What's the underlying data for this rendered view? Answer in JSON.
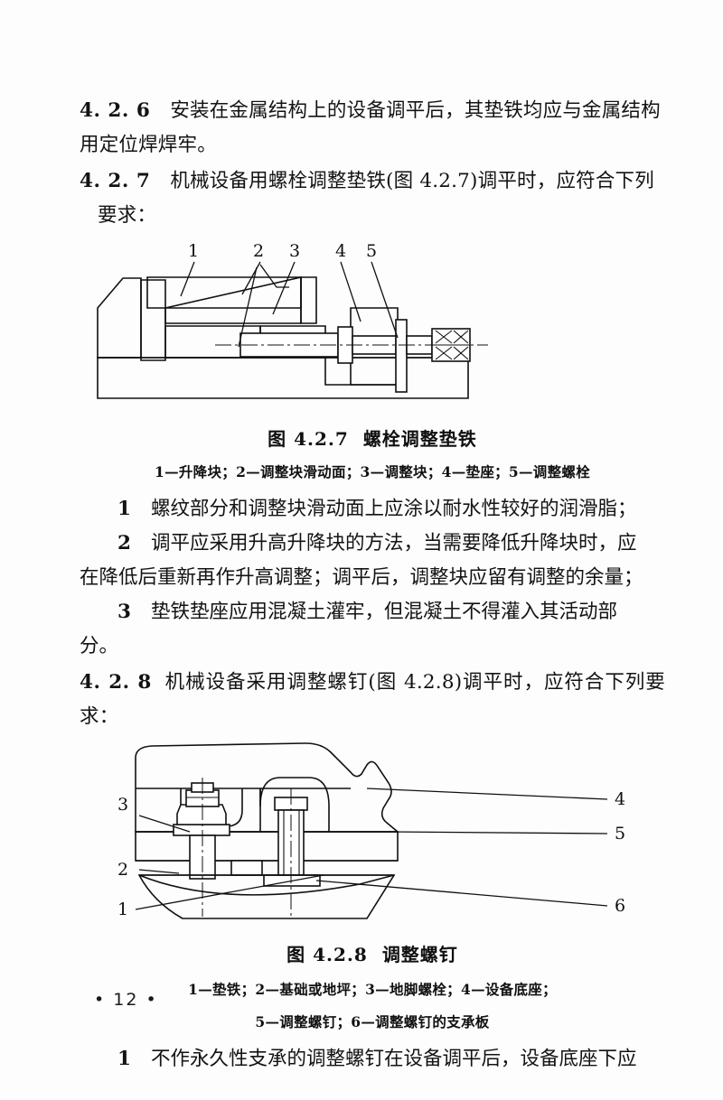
{
  "document": {
    "page_number": "• 12 •",
    "language": "zh-CN"
  },
  "sections": [
    {
      "id": "4.2.6",
      "number": "4.2.6",
      "text": "安装在金属结构上的设备调平后，其垫铁均应与金属结构用定位焊焊牢。"
    },
    {
      "id": "4.2.7",
      "number": "4.2.7",
      "text": "机械设备用螺栓调整垫铁（图 4.2.7）调平时，应符合下列要求："
    },
    {
      "id": "4.2.8",
      "number": "4.2.8",
      "text": "机械设备采用调整螺钉（图 4.2.8）调平时，应符合下列要求："
    }
  ],
  "paragraph_4_2_6": {
    "number": "4. 2. 6",
    "line1": "安装在金属结构上的设备调平后，其垫铁均应与金属结构",
    "line2": "用定位焊焊牢。"
  },
  "paragraph_4_2_7": {
    "number": "4. 2. 7",
    "line1": "机械设备用螺栓调整垫铁(图 4.2.7)调平时，应符合下列",
    "line2": "要求："
  },
  "paragraph_4_2_8": {
    "number": "4. 2. 8",
    "line1": "机械设备采用调整螺钉(图 4.2.8)调平时，应符合下列要求："
  },
  "figure_427": {
    "title_label": "图 4.2.7",
    "title_name": "螺栓调整垫铁",
    "legend": "1—升降块；2—调整块滑动面；3—调整块；4—垫座；5—调整螺栓",
    "callouts": [
      "1",
      "2",
      "3",
      "4",
      "5"
    ],
    "parts": [
      {
        "num": "1",
        "name": "升降块"
      },
      {
        "num": "2",
        "name": "调整块滑动面"
      },
      {
        "num": "3",
        "name": "调整块"
      },
      {
        "num": "4",
        "name": "垫座"
      },
      {
        "num": "5",
        "name": "调整螺栓"
      }
    ]
  },
  "figure_428": {
    "title_label": "图 4.2.8",
    "title_name": "调整螺钉",
    "legend_line1": "1—垫铁；2—基础或地坪；3—地脚螺栓；4—设备底座；",
    "legend_line2": "5—调整螺钉；6—调整螺钉的支承板",
    "callouts": [
      "1",
      "2",
      "3",
      "4",
      "5",
      "6"
    ],
    "parts": [
      {
        "num": "1",
        "name": "垫铁"
      },
      {
        "num": "2",
        "name": "基础或地坪"
      },
      {
        "num": "3",
        "name": "地脚螺栓"
      },
      {
        "num": "4",
        "name": "设备底座"
      },
      {
        "num": "5",
        "name": "调整螺钉"
      },
      {
        "num": "6",
        "name": "调整螺钉的支承板"
      }
    ]
  },
  "list_427": [
    {
      "index": "1",
      "line1": "螺纹部分和调整块滑动面上应涂以耐水性较好的润滑脂；"
    },
    {
      "index": "2",
      "line1": "调平应采用升高升降块的方法，当需要降低升降块时，应",
      "line2": "在降低后重新再作升高调整；调平后，调整块应留有调整的余量；"
    },
    {
      "index": "3",
      "line1": "垫铁垫座应用混凝土灌牢，但混凝土不得灌入其活动部",
      "line2": "分。"
    }
  ],
  "list_428": [
    {
      "index": "1",
      "line1": "不作永久性支承的调整螺钉在设备调平后，设备底座下应"
    }
  ],
  "colors": {
    "ink": "#101010",
    "paper": "#fdfdfd"
  }
}
